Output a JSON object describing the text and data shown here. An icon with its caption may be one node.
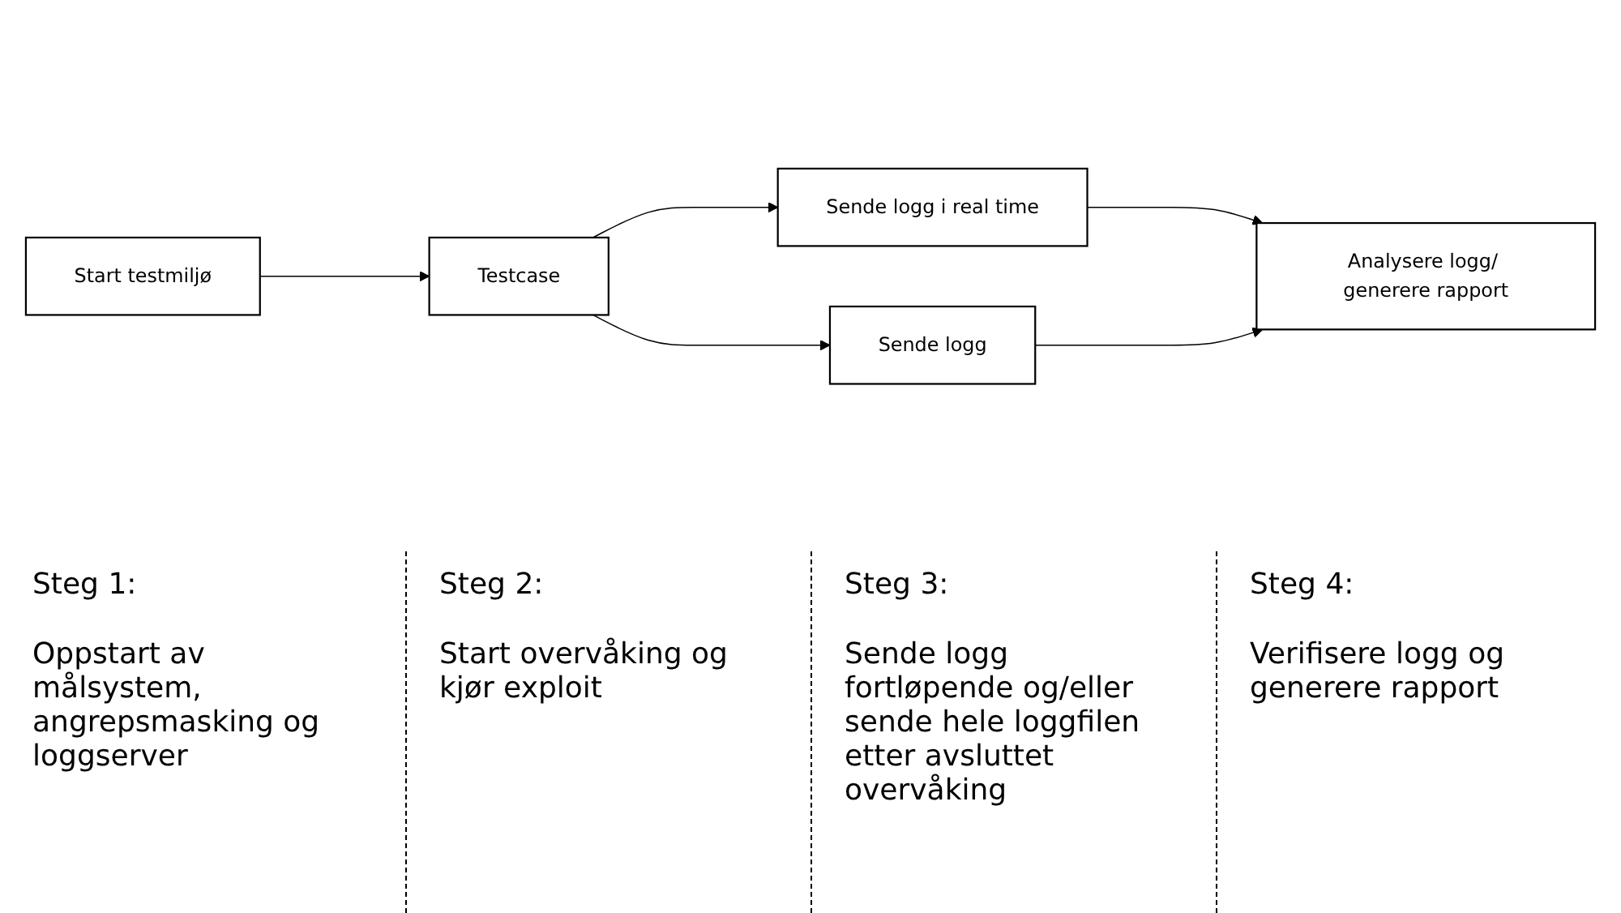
{
  "diagram": {
    "nodes": [
      {
        "text": [
          "Start testmiljø"
        ]
      },
      {
        "text": [
          "Testcase"
        ]
      },
      {
        "text": [
          "Sende logg i real time"
        ]
      },
      {
        "text": [
          "Sende logg"
        ]
      },
      {
        "text": [
          "Analysere logg/ generere rapport"
        ]
      }
    ],
    "edges": [
      {
        "from": 0,
        "to": 1,
        "arrow": "to"
      },
      {
        "from": 1,
        "to": 2,
        "arrow": "to"
      },
      {
        "from": 1,
        "to": 3,
        "arrow": "to"
      },
      {
        "from": 2,
        "to": 4,
        "arrow": "to"
      },
      {
        "from": 3,
        "to": 4,
        "arrow": "to"
      }
    ],
    "labels": [
      "Steg 1:",
      "Oppstart av målsystem, angrepsmasking og loggserver",
      "Steg 2:",
      "Start overvåking og kjør exploit",
      "Steg 3:",
      "Sende logg fortløpende og/eller sende hele loggfilen etter avsluttet overvåking",
      "Steg 4:",
      "Verifisere logg og generere rapport"
    ]
  }
}
